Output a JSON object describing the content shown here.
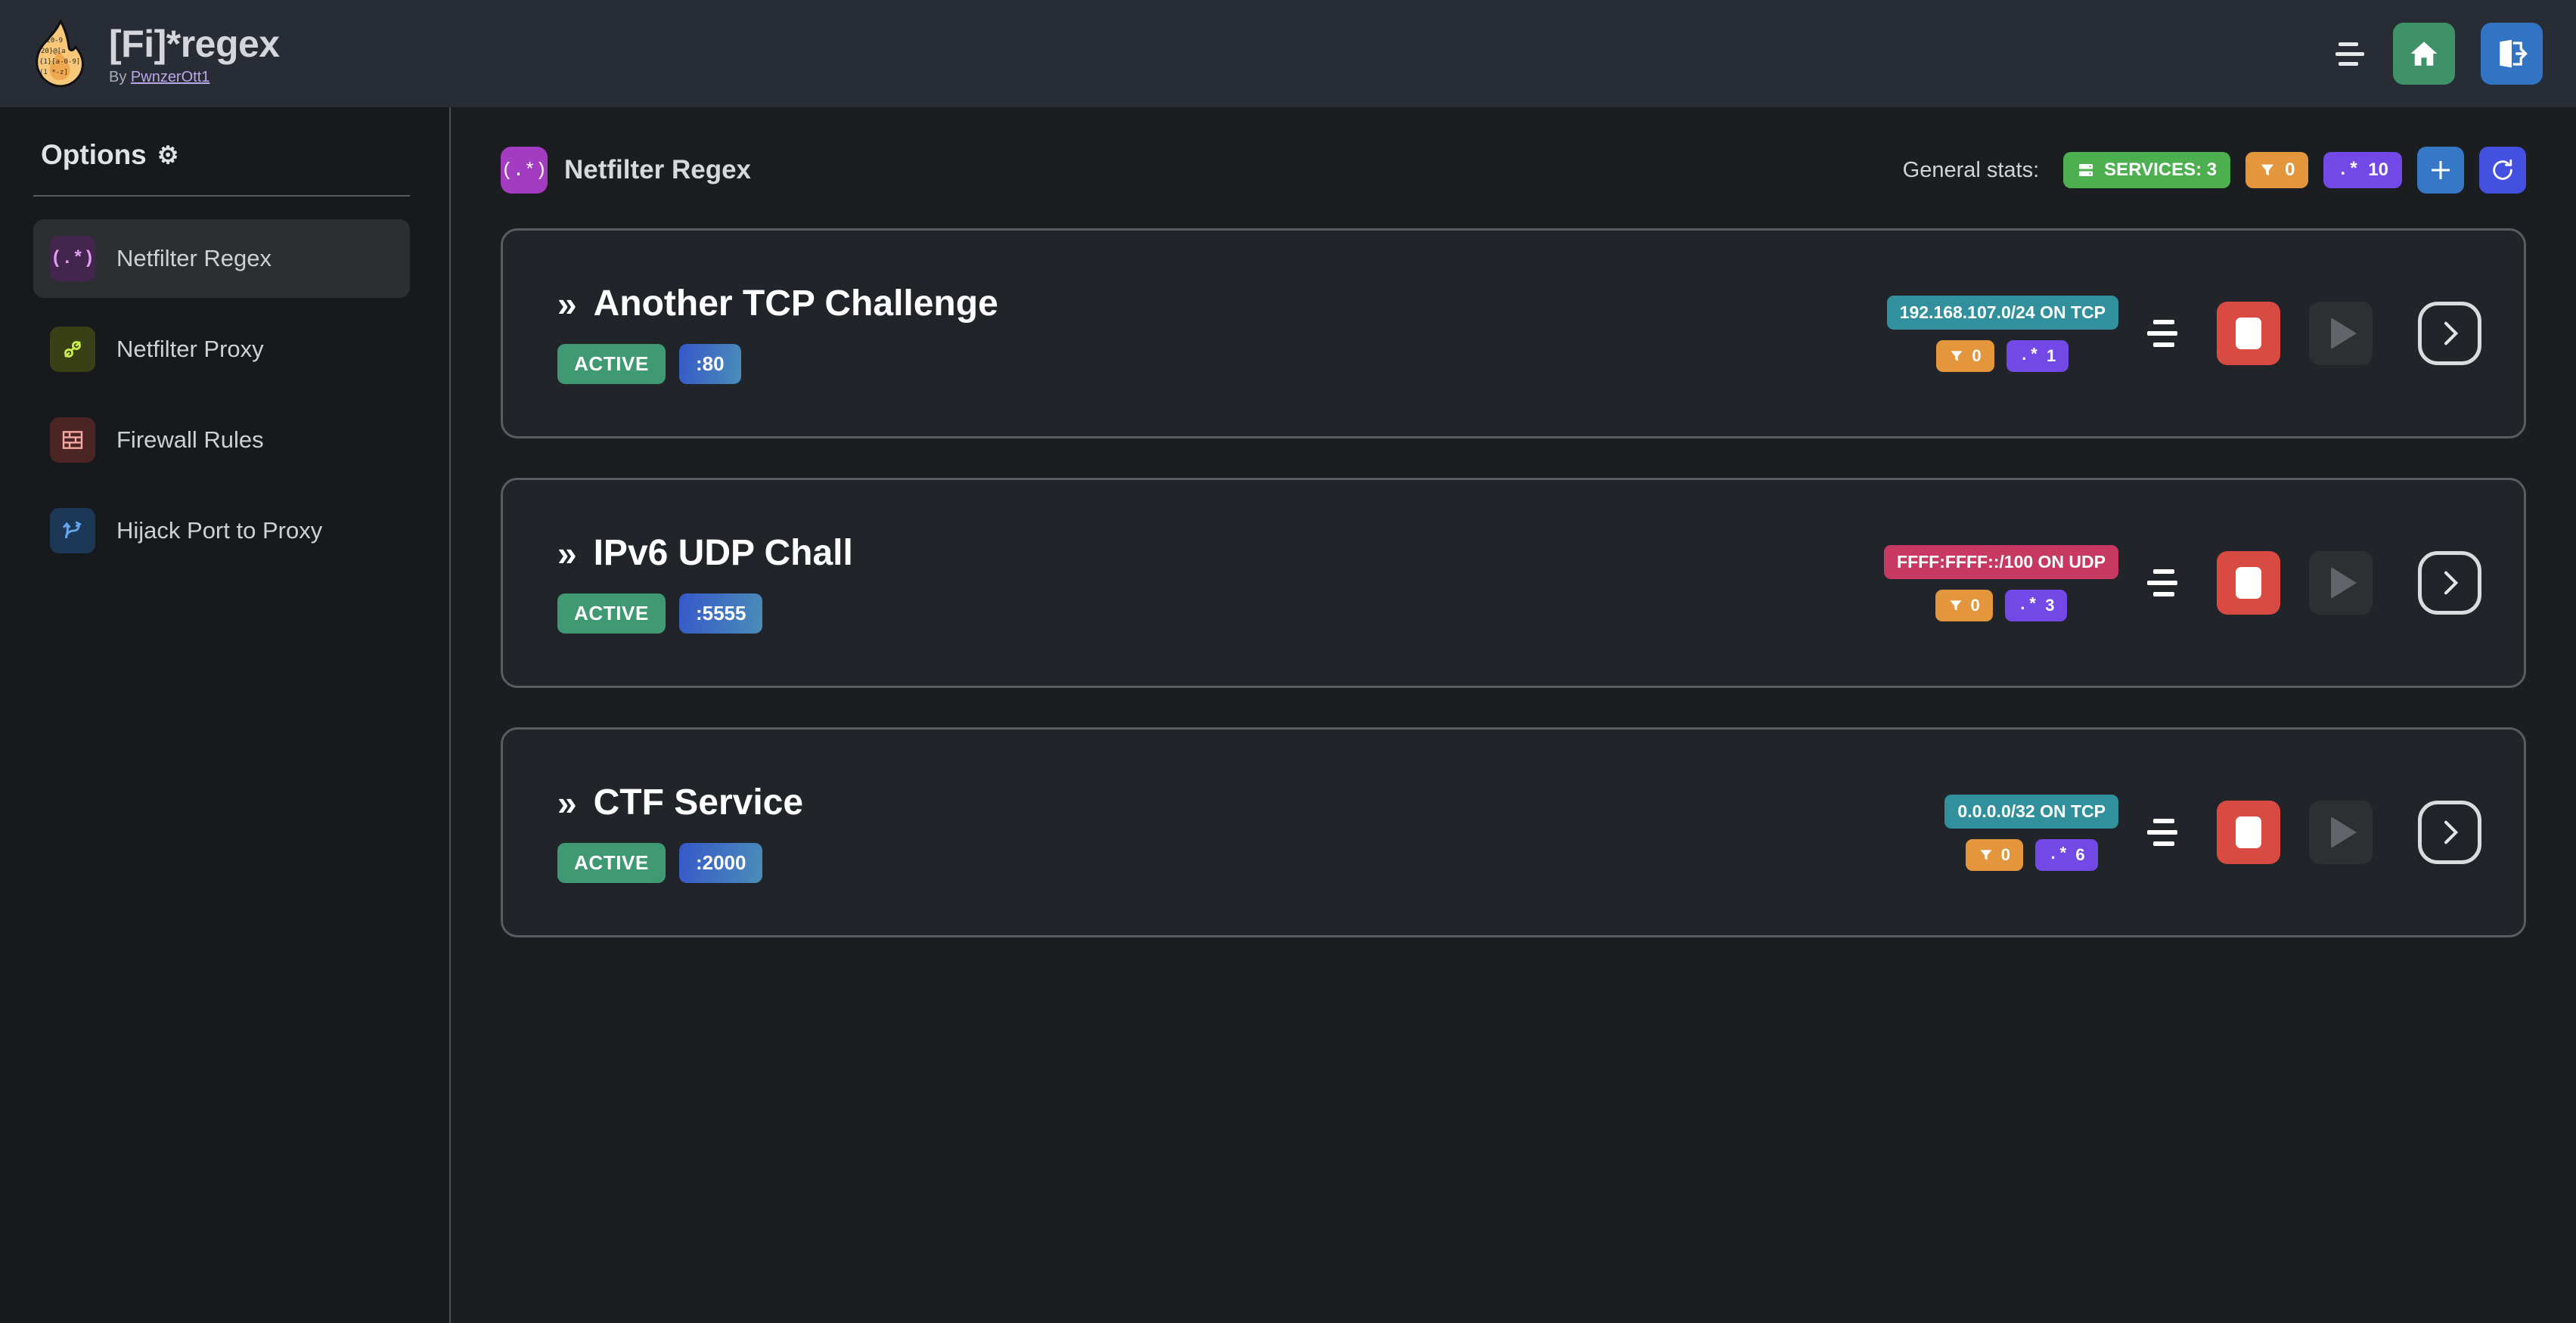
{
  "header": {
    "title": "[Fi]*regex",
    "by_prefix": "By ",
    "author": "PwnzerOtt1",
    "logo_icon": "flame-logo",
    "menu_icon": "hamburger-menu-icon",
    "home_icon": "home-icon",
    "logout_icon": "logout-icon"
  },
  "sidebar": {
    "heading": "Options",
    "gear_icon": "⚙",
    "items": [
      {
        "label": "Netfilter Regex",
        "icon_glyph": "(.*)",
        "icon_name": "regex-icon",
        "active": true
      },
      {
        "label": "Netfilter Proxy",
        "icon_glyph": "⚯",
        "icon_name": "plug-icon",
        "active": false
      },
      {
        "label": "Firewall Rules",
        "icon_glyph": "▤",
        "icon_name": "brick-wall-icon",
        "active": false
      },
      {
        "label": "Hijack Port to Proxy",
        "icon_glyph": "⤳",
        "icon_name": "route-fork-icon",
        "active": false
      }
    ]
  },
  "main": {
    "page_icon_glyph": "(.*)",
    "page_title": "Netfilter Regex",
    "stats_label": "General stats:",
    "stats": {
      "services_label": "SERVICES: 3",
      "filters_count": "0",
      "regex_count": "10"
    },
    "add_button_label": "+",
    "refresh_button_label": "⟳"
  },
  "services": [
    {
      "name": "Another TCP Challenge",
      "chevron": "»",
      "status": "ACTIVE",
      "port": ":80",
      "network": "192.168.107.0/24 ON TCP",
      "protocol": "TCP",
      "filters_count": "0",
      "regex_count": "1"
    },
    {
      "name": "IPv6 UDP Chall",
      "chevron": "»",
      "status": "ACTIVE",
      "port": ":5555",
      "network": "FFFF:FFFF::/100 ON UDP",
      "protocol": "UDP",
      "filters_count": "0",
      "regex_count": "3"
    },
    {
      "name": "CTF Service",
      "chevron": "»",
      "status": "ACTIVE",
      "port": ":2000",
      "network": "0.0.0.0/32 ON TCP",
      "protocol": "TCP",
      "filters_count": "0",
      "regex_count": "6"
    }
  ],
  "colors": {
    "header_bg": "#282c34",
    "sidebar_bg": "#17191c",
    "main_bg": "#1b1d21",
    "card_bg": "#212429",
    "card_border": "#595d61",
    "green": "#4caf50",
    "active_green": "#3f9a74",
    "orange": "#e3963b",
    "purple": "#7249e6",
    "teal": "#31909c",
    "pink": "#c73863",
    "red": "#d94a42",
    "blue": "#3578c6"
  }
}
